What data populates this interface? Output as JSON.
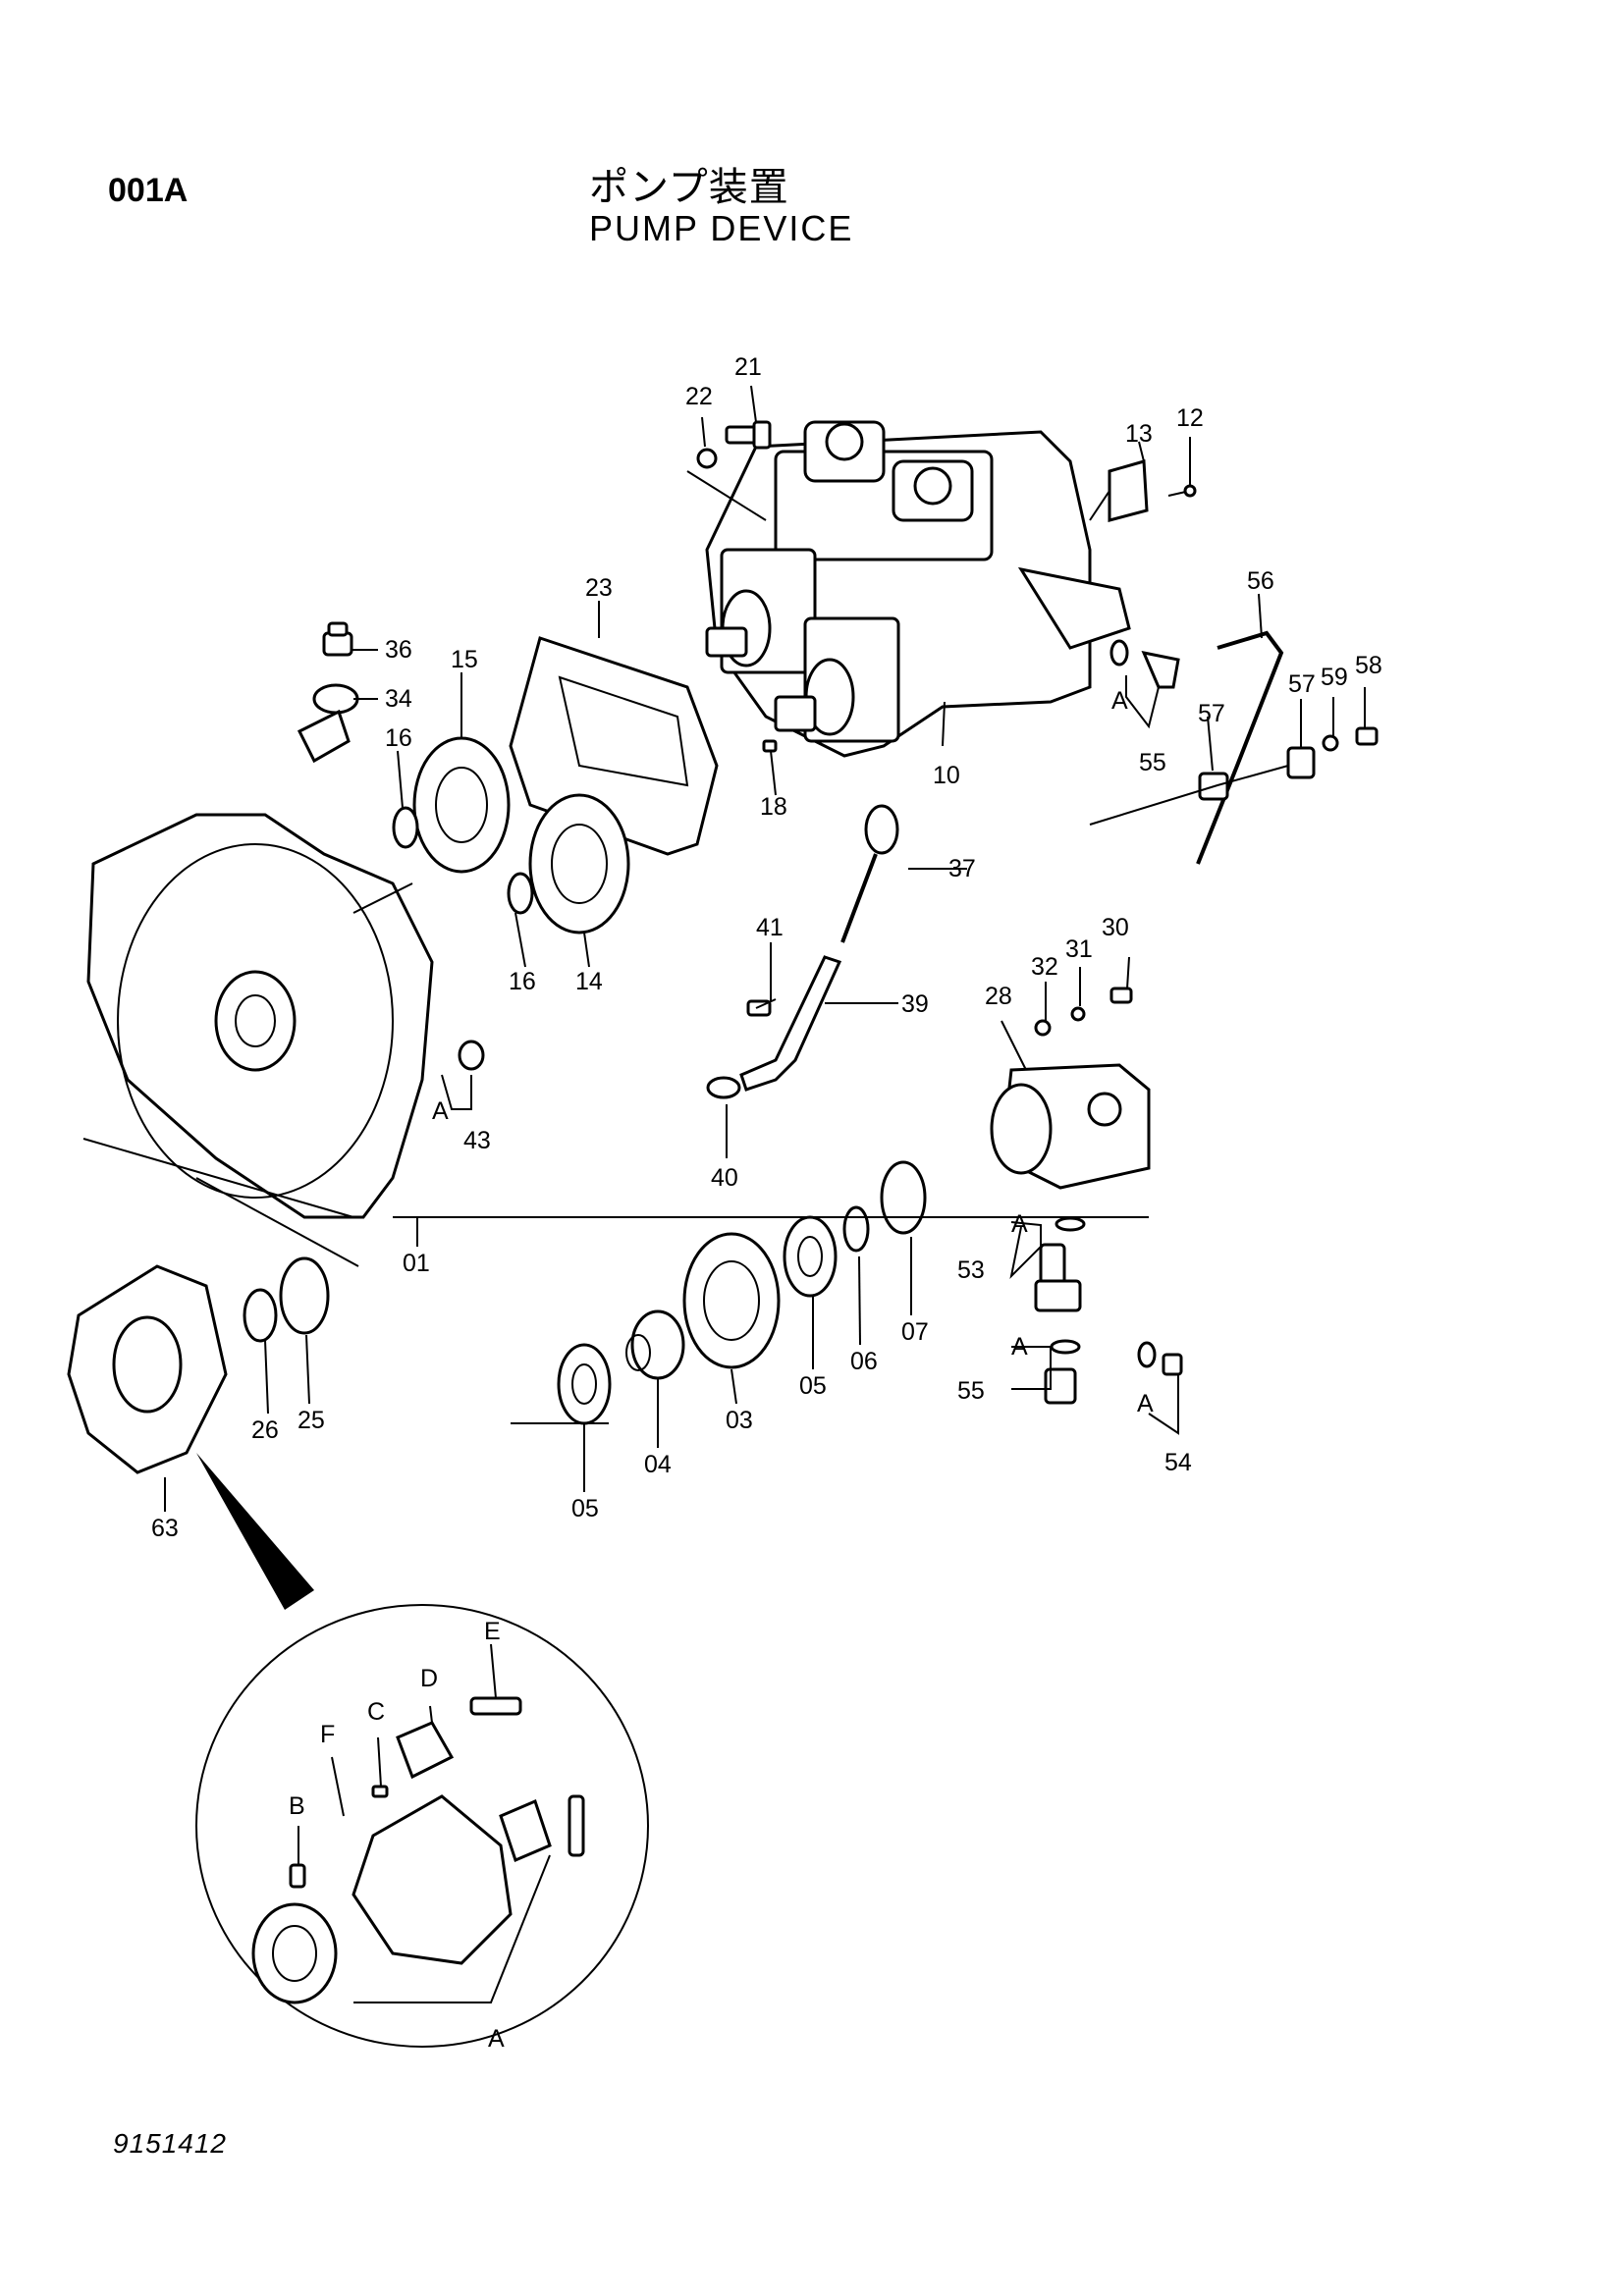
{
  "header": {
    "page_code": "001A",
    "title_jp": "ポンプ装置",
    "title_en": "PUMP  DEVICE"
  },
  "footer": {
    "doc_number": "9151412"
  },
  "callouts": {
    "c21": "21",
    "c22": "22",
    "c13": "13",
    "c12": "12",
    "c23": "23",
    "c56": "56",
    "c36": "36",
    "c15": "15",
    "c34": "34",
    "c16a": "16",
    "c57a": "57",
    "c59": "59",
    "c58": "58",
    "cA1": "A",
    "c55a": "55",
    "c57b": "57",
    "c10": "10",
    "c18": "18",
    "c37": "37",
    "c16b": "16",
    "c14": "14",
    "c41": "41",
    "c30": "30",
    "c31": "31",
    "c32": "32",
    "c28": "28",
    "c39": "39",
    "cA2": "A",
    "c43": "43",
    "c40": "40",
    "cA3": "A",
    "c53": "53",
    "c01": "01",
    "c07": "07",
    "c06": "06",
    "c05a": "05",
    "cA4": "A",
    "c55b": "55",
    "cA5": "A",
    "c54": "54",
    "c26": "26",
    "c25": "25",
    "c03": "03",
    "c04": "04",
    "c05b": "05",
    "c63": "63",
    "cE": "E",
    "cD": "D",
    "cC": "C",
    "cF": "F",
    "cB": "B",
    "cA6": "A"
  }
}
